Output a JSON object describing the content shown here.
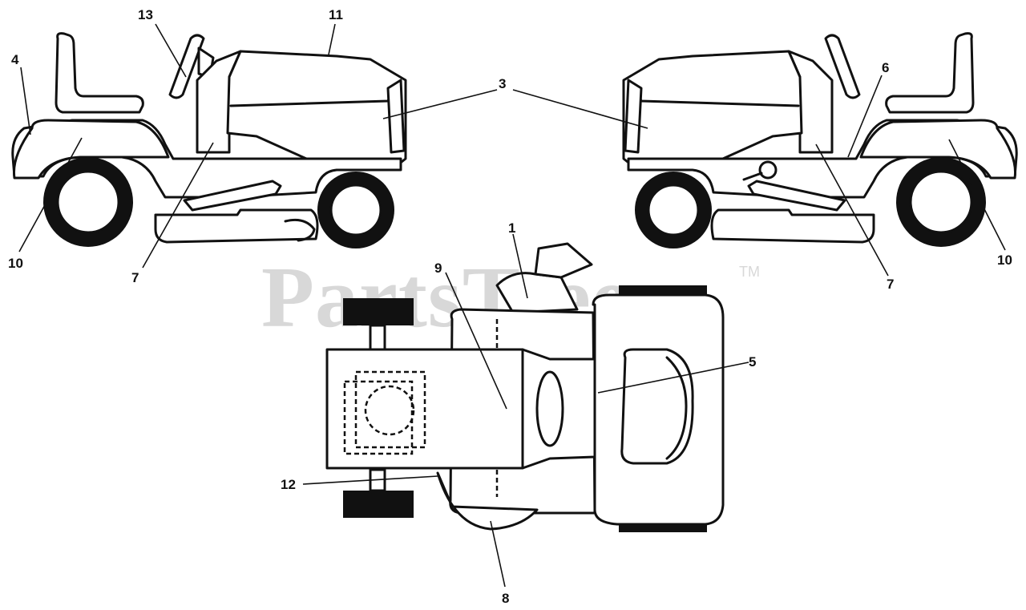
{
  "watermark": {
    "text": "PartsTree",
    "trademark": "TM"
  },
  "callouts": [
    "1",
    "3",
    "4",
    "5",
    "6",
    "7",
    "7",
    "8",
    "9",
    "10",
    "10",
    "11",
    "12",
    "13"
  ]
}
